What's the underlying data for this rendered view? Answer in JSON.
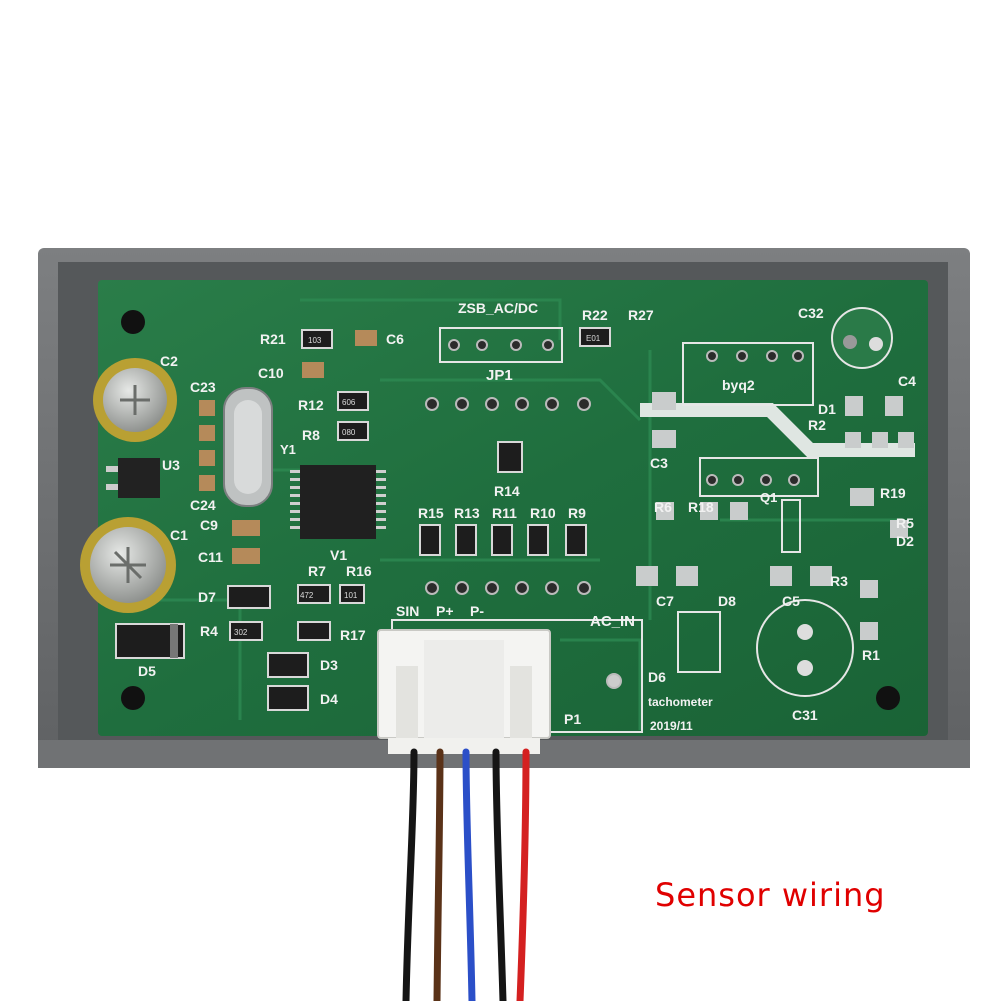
{
  "caption": "Sensor wiring",
  "board": {
    "designators": [
      "C2",
      "R21",
      "C6",
      "ZSB_AC/DC",
      "R22",
      "R27",
      "C32",
      "C10",
      "JP1",
      "byq2",
      "C4",
      "C23",
      "R12",
      "D1",
      "R2",
      "U3",
      "R8",
      "C3",
      "Y1",
      "R14",
      "R19",
      "C24",
      "R15",
      "R13",
      "R11",
      "R10",
      "R9",
      "R6",
      "R18",
      "Q1",
      "R5",
      "D2",
      "C1",
      "C9",
      "V1",
      "C11",
      "R7",
      "R16",
      "D7",
      "C7",
      "D8",
      "C5",
      "R3",
      "R4",
      "SIN",
      "P+",
      "P-",
      "AC_IN",
      "R17",
      "D3",
      "R1",
      "D5",
      "D6",
      "D4",
      "P1",
      "C31",
      "tachometer",
      "2019/11"
    ],
    "chip_codes": [
      "103",
      "E01",
      "606",
      "080",
      "472",
      "101",
      "302"
    ]
  },
  "wires": {
    "colors": [
      "#151515",
      "#5a3218",
      "#2b4fc8",
      "#151515",
      "#d42020"
    ]
  },
  "colors": {
    "board_green": "#1f6e3e",
    "housing_gray": "#6f7173",
    "caption_red": "#e00000"
  }
}
